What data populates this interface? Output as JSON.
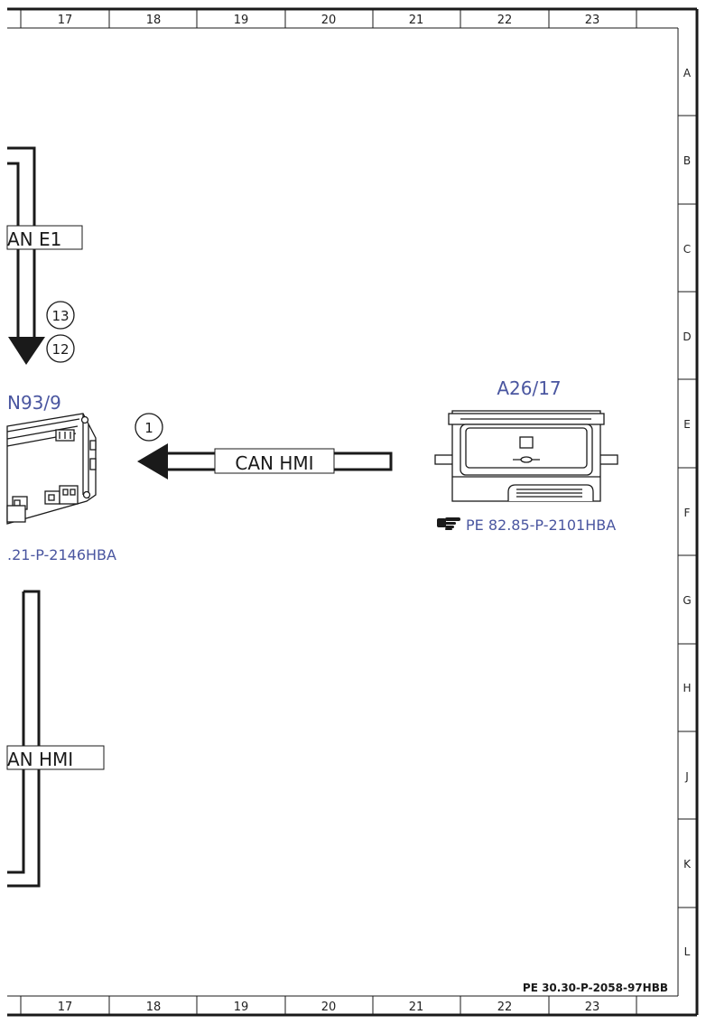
{
  "border": {
    "columns": [
      "17",
      "18",
      "19",
      "20",
      "21",
      "22",
      "23"
    ],
    "rows": [
      "A",
      "B",
      "C",
      "D",
      "E",
      "F",
      "G",
      "H",
      "J",
      "K",
      "L"
    ]
  },
  "buses": {
    "can_e1": "AN E1",
    "can_hmi_main": "CAN HMI",
    "can_hmi_left": "AN HMI"
  },
  "callouts": {
    "c13": "13",
    "c12": "12",
    "c1": "1"
  },
  "components": {
    "left_module": {
      "label": "N93/9",
      "reference": ".21-P-2146HBA"
    },
    "right_module": {
      "label": "A26/17",
      "reference": "PE 82.85-P-2101HBA",
      "reference_icon": "pointing-hand-icon"
    }
  },
  "document_ref": "PE 30.30-P-2058-97HBB",
  "colors": {
    "line": "#1a1a1a",
    "component_label": "#4a56a0"
  }
}
